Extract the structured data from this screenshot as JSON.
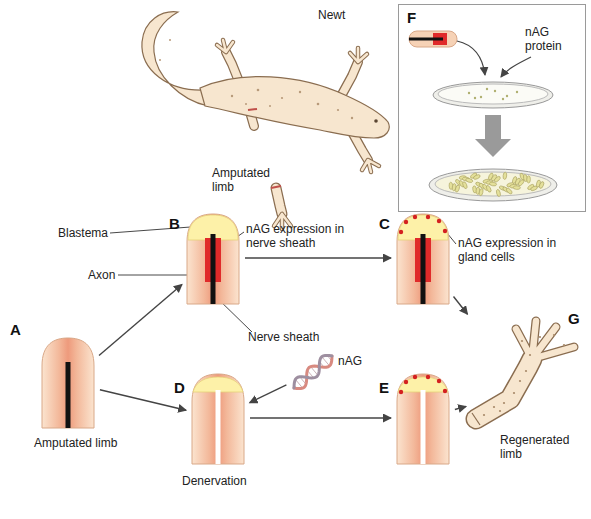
{
  "diagram": {
    "nodes": [
      {
        "text": [
          "F",
          "nAG protein"
        ]
      },
      {
        "text": [
          "B"
        ]
      },
      {
        "text": [
          "C"
        ]
      },
      {
        "text": [
          "A",
          "Amputated limb"
        ]
      },
      {
        "text": [
          "nAG"
        ]
      },
      {
        "text": [
          "G",
          "Regenerated limb"
        ]
      },
      {
        "text": [
          "D",
          "Denervation"
        ]
      },
      {
        "text": [
          "E"
        ]
      }
    ],
    "edges": [
      {
        "from": 3,
        "to": 1,
        "arrow": "to"
      },
      {
        "from": 3,
        "to": 6,
        "arrow": "to"
      },
      {
        "from": 1,
        "to": 2,
        "arrow": "to"
      },
      {
        "from": 2,
        "to": 5,
        "arrow": "to"
      },
      {
        "from": 4,
        "to": 6,
        "arrow": "to"
      },
      {
        "from": 6,
        "to": 7,
        "arrow": "to"
      },
      {
        "from": 7,
        "to": 5,
        "arrow": "to"
      }
    ],
    "labels": [
      "Newt",
      "Amputated limb",
      "Blastema",
      "nAG expression in nerve sheath",
      "Axon",
      "Nerve sheath",
      "nAG expression in gland cells"
    ]
  }
}
